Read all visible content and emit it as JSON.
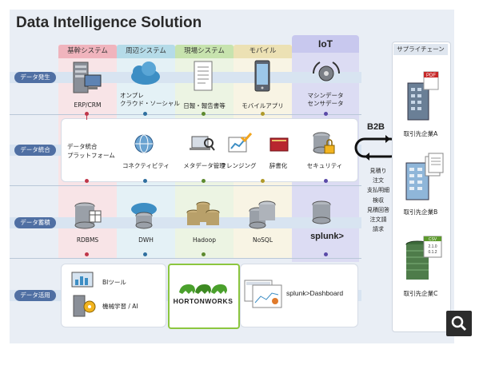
{
  "title": "Data Intelligence Solution",
  "columns": [
    {
      "label": "基幹システム",
      "color": "#f4c9cf",
      "head": "#f0b4bd"
    },
    {
      "label": "周辺システム",
      "color": "#cfe6ef",
      "head": "#b5dbe8"
    },
    {
      "label": "現場システム",
      "color": "#dfeed0",
      "head": "#c7e3ae"
    },
    {
      "label": "モバイル",
      "color": "#f5efd3",
      "head": "#ece1b4"
    }
  ],
  "iot": {
    "label": "IoT"
  },
  "rows": [
    {
      "label": "データ発生"
    },
    {
      "label": "データ統合"
    },
    {
      "label": "データ蓄積"
    },
    {
      "label": "データ活用"
    }
  ],
  "sources": [
    {
      "label": "ERP/CRM",
      "icon": "server-computer-icon"
    },
    {
      "label": "オンプレ\nクラウド・ソーシャル",
      "icon": "cloud-icon"
    },
    {
      "label": "日報・報告書等",
      "icon": "document-icon"
    },
    {
      "label": "モバイルアプリ",
      "icon": "smartphone-icon"
    },
    {
      "label": "マシンデータ\nセンサデータ",
      "icon": "sensor-gear-icon"
    }
  ],
  "integration": {
    "platform_label": "データ統合\nプラットフォーム",
    "items": [
      {
        "label": "コネクティビティ",
        "icon": "globe-network-icon"
      },
      {
        "label": "メタデータ管理",
        "icon": "laptop-magnifier-icon"
      },
      {
        "label": "クレンジング",
        "icon": "chart-check-icon"
      },
      {
        "label": "辞書化",
        "icon": "book-icon"
      },
      {
        "label": "セキュリティ",
        "icon": "database-lock-icon"
      }
    ]
  },
  "storage": [
    {
      "label": "RDBMS",
      "icon": "database-table-icon"
    },
    {
      "label": "DWH",
      "icon": "database-cloud-icon"
    },
    {
      "label": "Hadoop",
      "icon": "database-cluster-icon"
    },
    {
      "label": "NoSQL",
      "icon": "database-stack-icon"
    },
    {
      "label": "splunk>",
      "icon": "database-splunk-icon"
    }
  ],
  "utilization": {
    "bi_label": "BIツール",
    "ml_label": "機械学習 / AI",
    "hortonworks": "HORTONWORKS",
    "splunk_dashboard": "splunk>Dashboard"
  },
  "b2b": {
    "label": "B2B",
    "items": [
      "見積り",
      "注文",
      "支払明細",
      "検収",
      "見積回答",
      "注文請",
      "請求"
    ]
  },
  "supply_chain": {
    "heading": "サプライチェーン",
    "partners": [
      {
        "label": "取引先企業A",
        "icon": "building-pdf-icon"
      },
      {
        "label": "取引先企業B",
        "icon": "building-documents-icon"
      },
      {
        "label": "取引先企業C",
        "icon": "building-csv-icon"
      }
    ],
    "pdf_tag": "PDF",
    "csv_tag": "CSV",
    "csv_values": [
      "2.1.0",
      "0.1.2"
    ]
  },
  "colors": {
    "accent": "#4f6fa3",
    "dot_red": "#c0364a",
    "dot_blue": "#2f6f9f",
    "dot_green": "#5d8a2f",
    "dot_yellow": "#b09a2a",
    "dot_purple": "#5a4aa8"
  }
}
